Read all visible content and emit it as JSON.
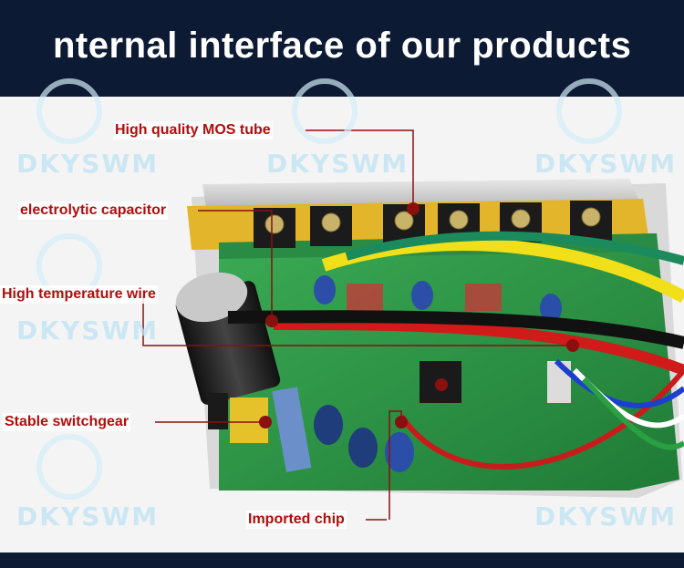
{
  "header": {
    "title": "nternal interface of our products"
  },
  "watermark": {
    "text": "DKYSWM"
  },
  "callouts": {
    "mos_tube": "High quality MOS tube",
    "capacitor": "electrolytic capacitor",
    "wire": "High temperature wire",
    "switchgear": "Stable switchgear",
    "chip": "Imported chip"
  },
  "colors": {
    "header_bg": "#0c1a33",
    "callout_text": "#b20d0d",
    "leader_line": "#8a0f0f",
    "pcb": "#2e9a4a"
  }
}
